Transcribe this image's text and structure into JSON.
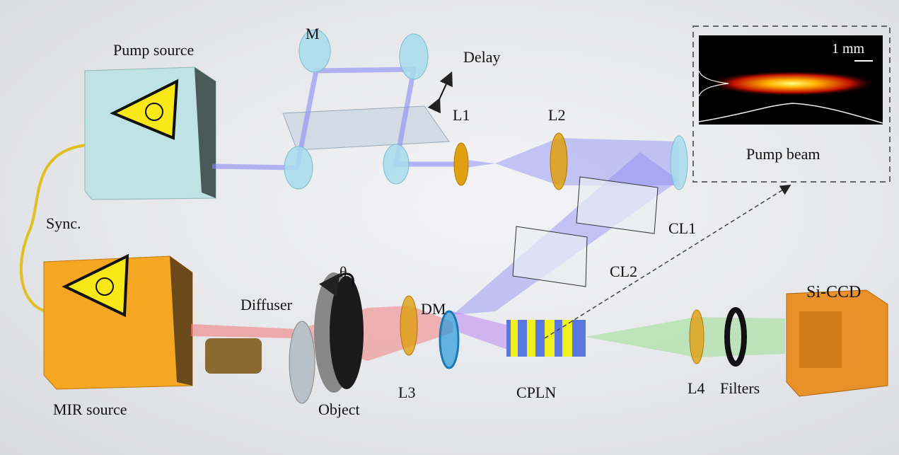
{
  "labels": {
    "pump_source": "Pump source",
    "mir_source": "MIR source",
    "sync": "Sync.",
    "mirror": "M",
    "delay": "Delay",
    "l1": "L1",
    "l2": "L2",
    "cl1": "CL1",
    "cl2": "CL2",
    "dm": "DM",
    "theta": "θ",
    "diffuser": "Diffuser",
    "object": "Object",
    "l3": "L3",
    "cpln": "CPLN",
    "l4": "L4",
    "filters": "Filters",
    "si_ccd": "Si-CCD"
  },
  "inset": {
    "title": "Pump beam",
    "scale_bar": "1 mm"
  },
  "colors": {
    "pump_box": "#bfe2e2",
    "mir_box": "#f5a623",
    "pump_beam": "#8080f0",
    "mir_beam": "#f08080",
    "signal_beam": "#a8e0a0",
    "lens": "#e0a010",
    "dm": "#2a9ad8",
    "cpln_blue": "#5a78e0",
    "cpln_yellow": "#f0f020"
  }
}
